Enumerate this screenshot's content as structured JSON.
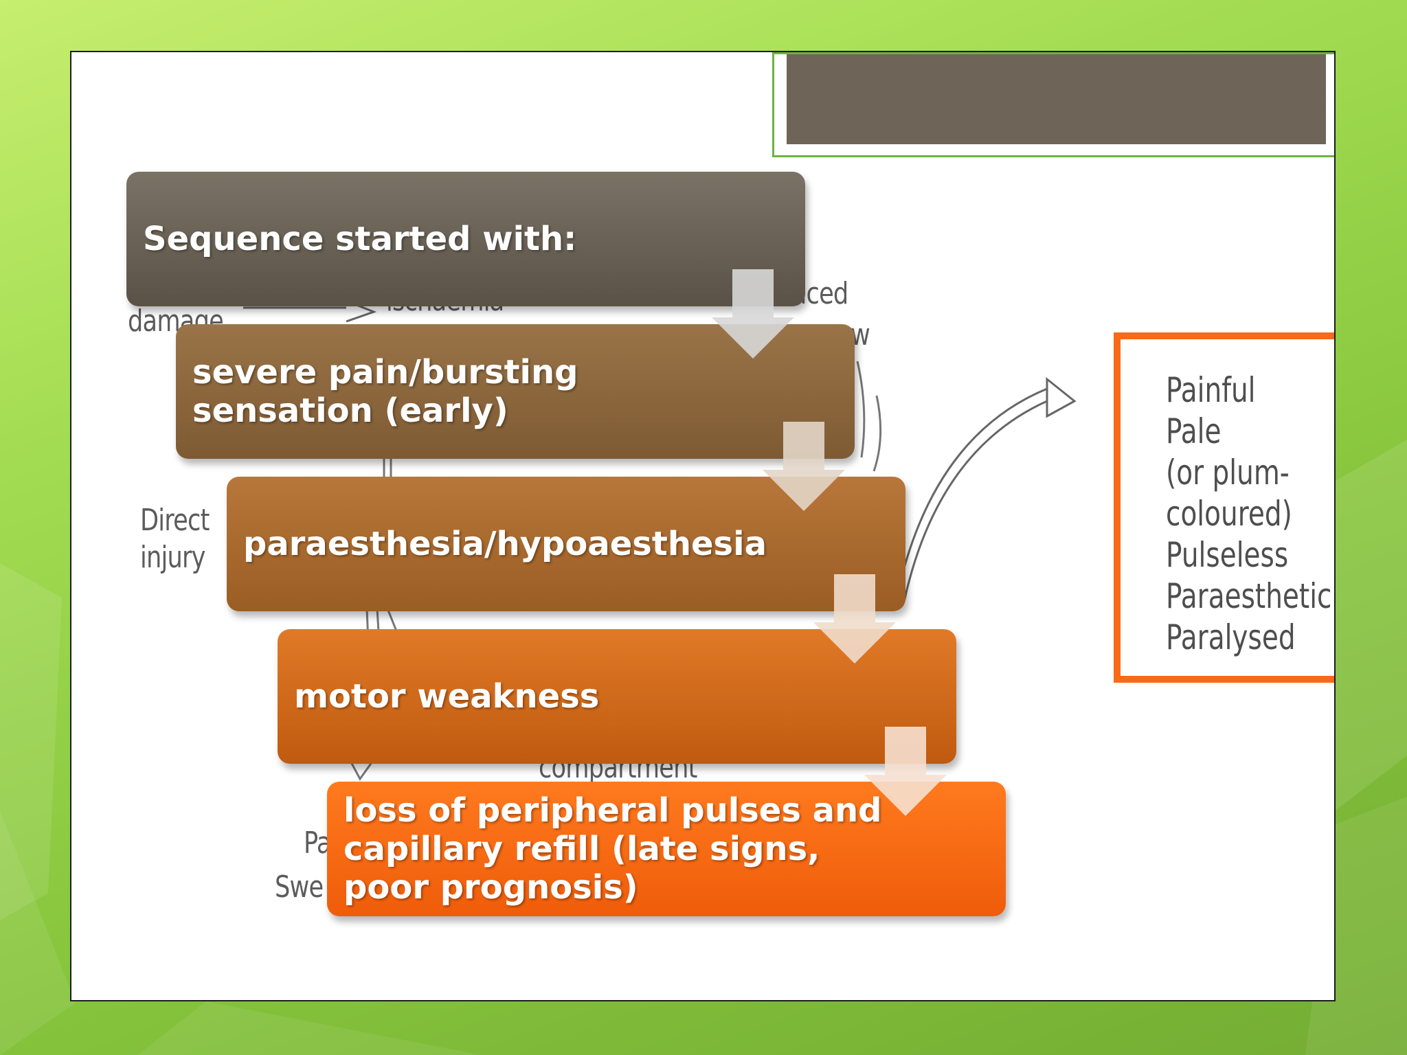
{
  "diagram": {
    "steps": [
      {
        "id": "start",
        "label": "Sequence started with:",
        "color_top": "#7a7265",
        "color_bottom": "#5a5246"
      },
      {
        "id": "pain",
        "label": "severe pain/bursting\nsensation (early)",
        "color_top": "#9a7448",
        "color_bottom": "#7e5a33"
      },
      {
        "id": "paraesthesia",
        "label": "paraesthesia/hypoaesthesia",
        "color_top": "#b8773a",
        "color_bottom": "#9a5d24"
      },
      {
        "id": "motor",
        "label": "motor weakness",
        "color_top": "#e07a28",
        "color_bottom": "#c05a0f"
      },
      {
        "id": "pulses",
        "label": "loss of peripheral pulses and\ncapillary refill (late signs,\npoor prognosis)",
        "color_top": "#ff7a1e",
        "color_bottom": "#ef5c0a"
      }
    ],
    "background_fragments": [
      {
        "id": "damage",
        "text": "damage"
      },
      {
        "id": "ischaemia",
        "text": "ischaemia"
      },
      {
        "id": "reduced",
        "text": "uced"
      },
      {
        "id": "flow",
        "text": "w"
      },
      {
        "id": "direct",
        "text": "Direct"
      },
      {
        "id": "injury",
        "text": "injury"
      },
      {
        "id": "compartment",
        "text": "compartment"
      },
      {
        "id": "pa",
        "text": "Pa"
      },
      {
        "id": "swe",
        "text": "Swe"
      }
    ],
    "signs_box": {
      "border_color": "#f96a18",
      "items": [
        "Painful",
        "Pale",
        "(or plum-",
        "coloured)",
        "Pulseless",
        "Paraesthetic",
        "Paralysed"
      ]
    }
  }
}
